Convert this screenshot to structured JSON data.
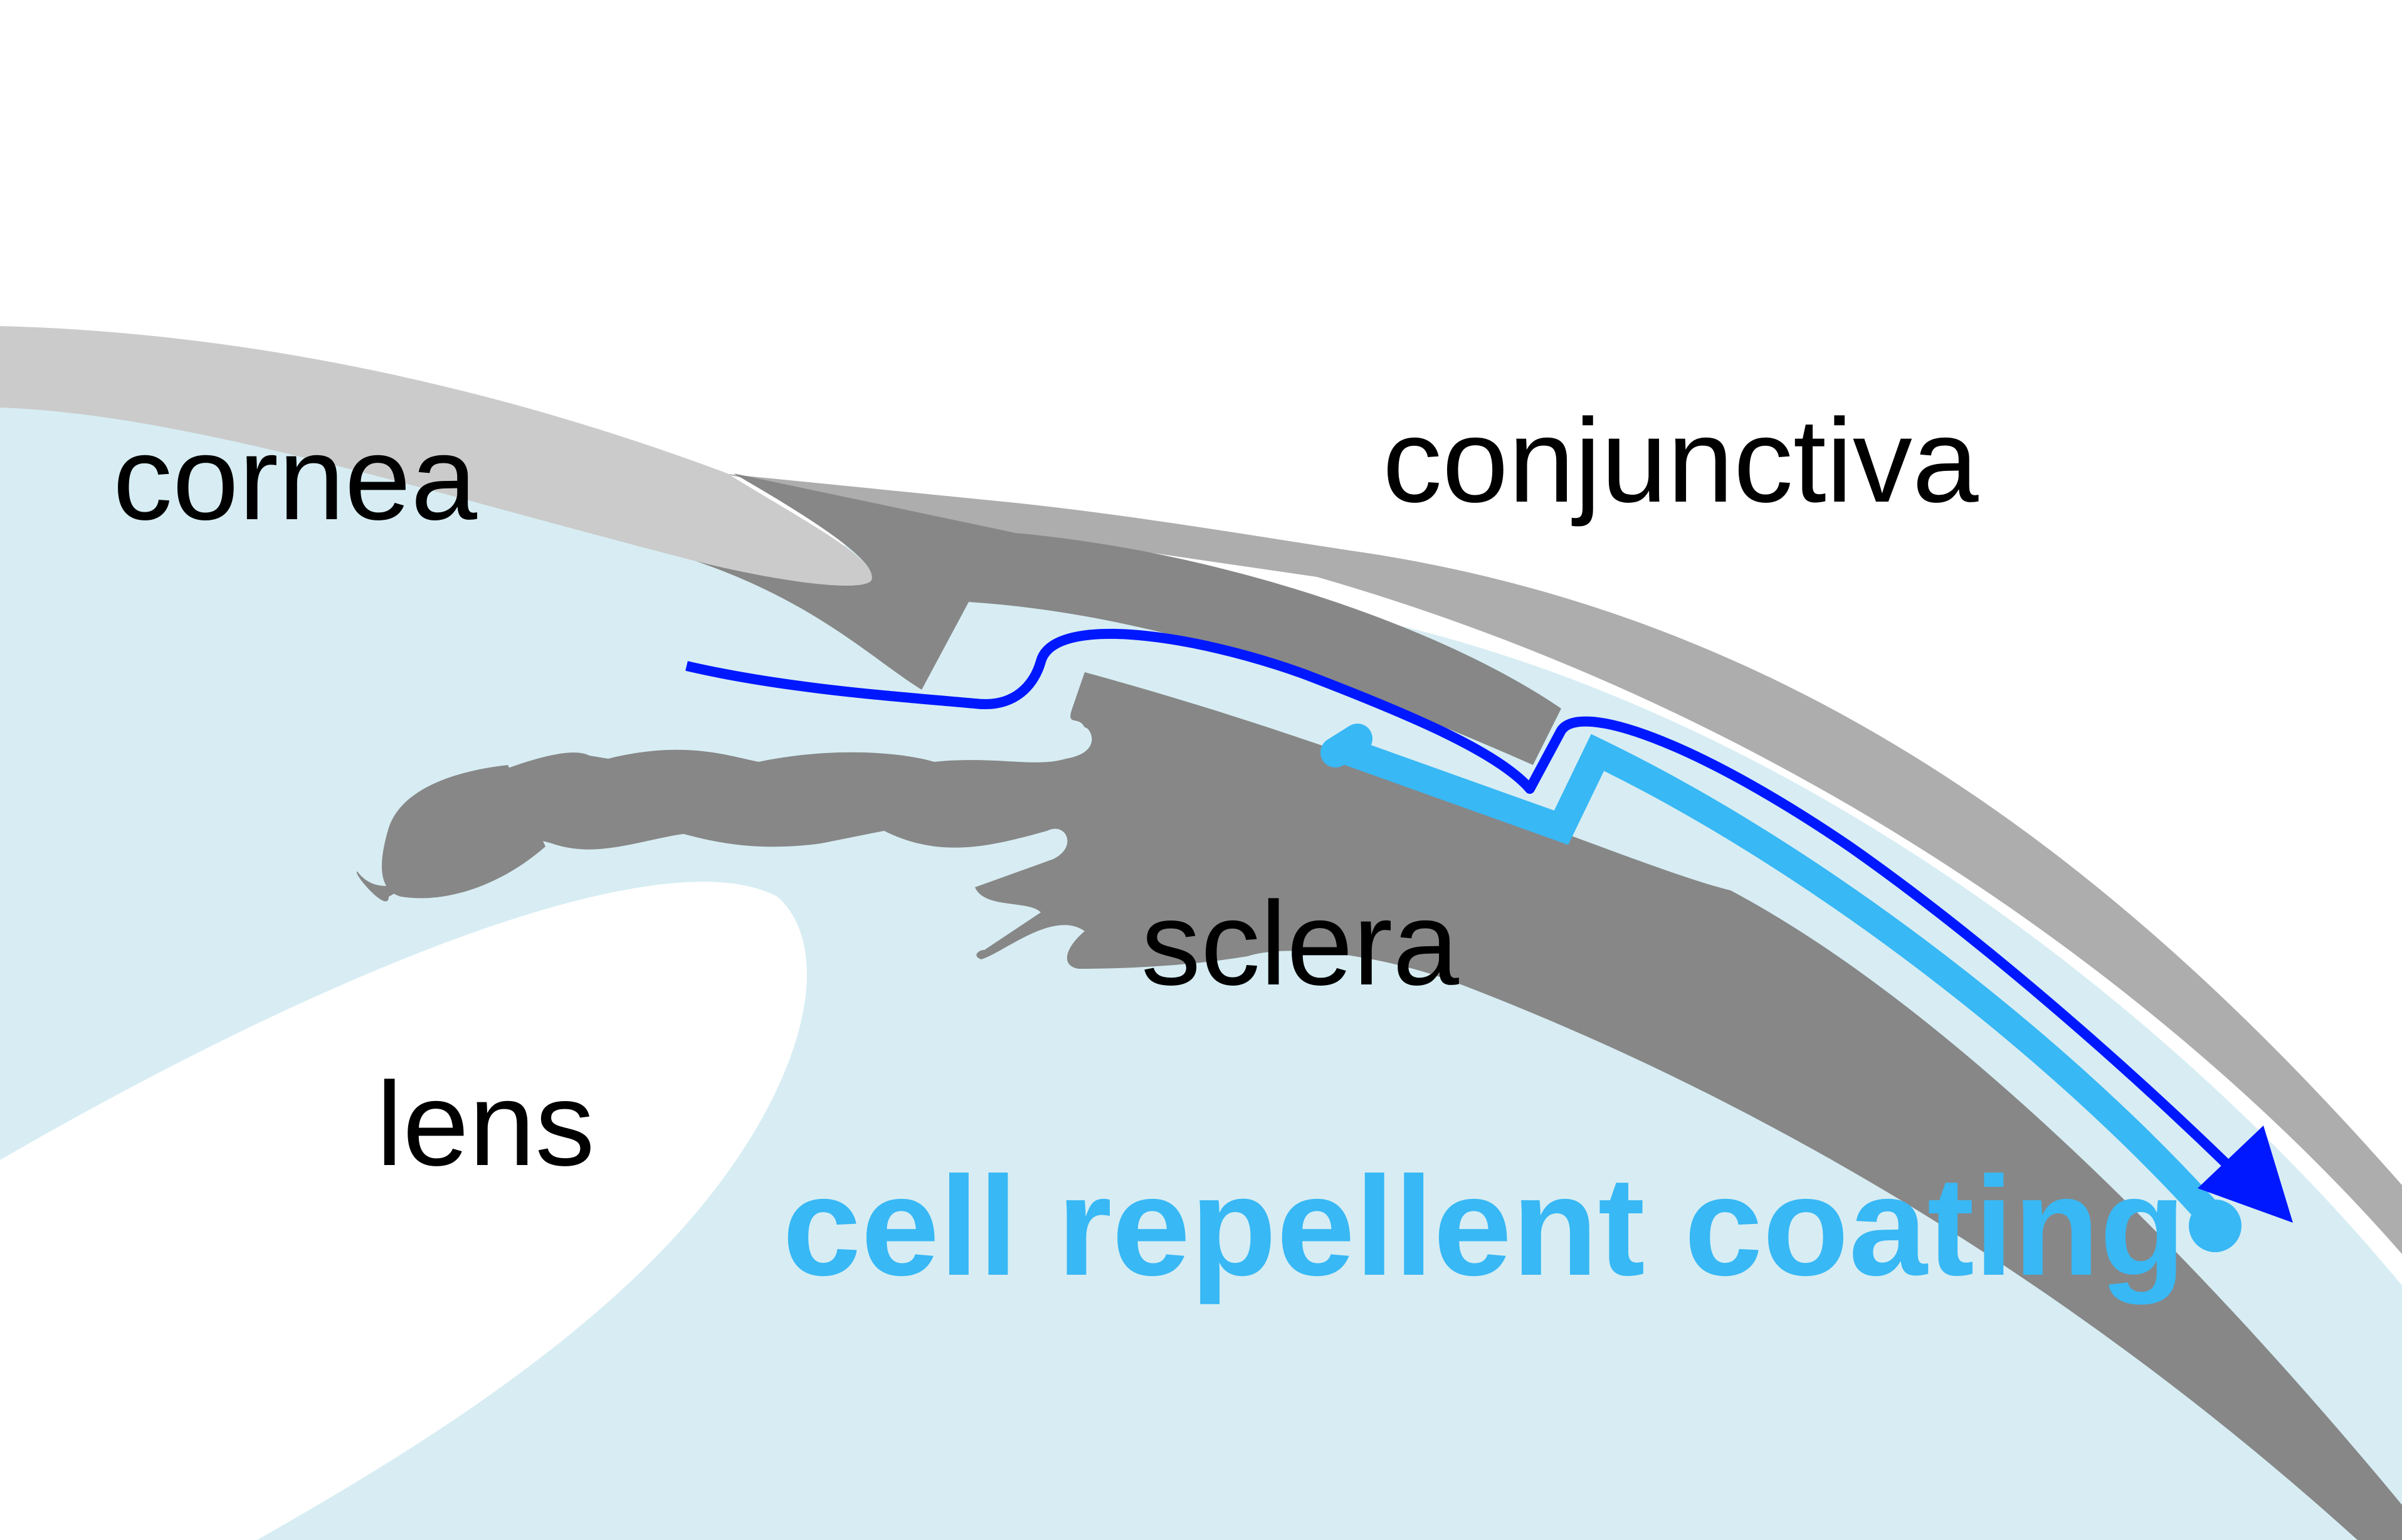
{
  "labels": {
    "cornea": "cornea",
    "conjunctiva": "conjunctiva",
    "sclera": "sclera",
    "lens": "lens",
    "coating": "cell repellent coating"
  },
  "colors": {
    "background": "#ffffff",
    "aqueous": "#d7edf3",
    "cornea": "#cbcbcb",
    "conjunctiva": "#adadad",
    "sclera": "#878787",
    "lens": "#ffffff",
    "coating": "#38b8f5",
    "shunt": "#0018ff",
    "label_text": "#000000"
  },
  "icons": {
    "flow_arrow": "arrowhead-icon"
  }
}
